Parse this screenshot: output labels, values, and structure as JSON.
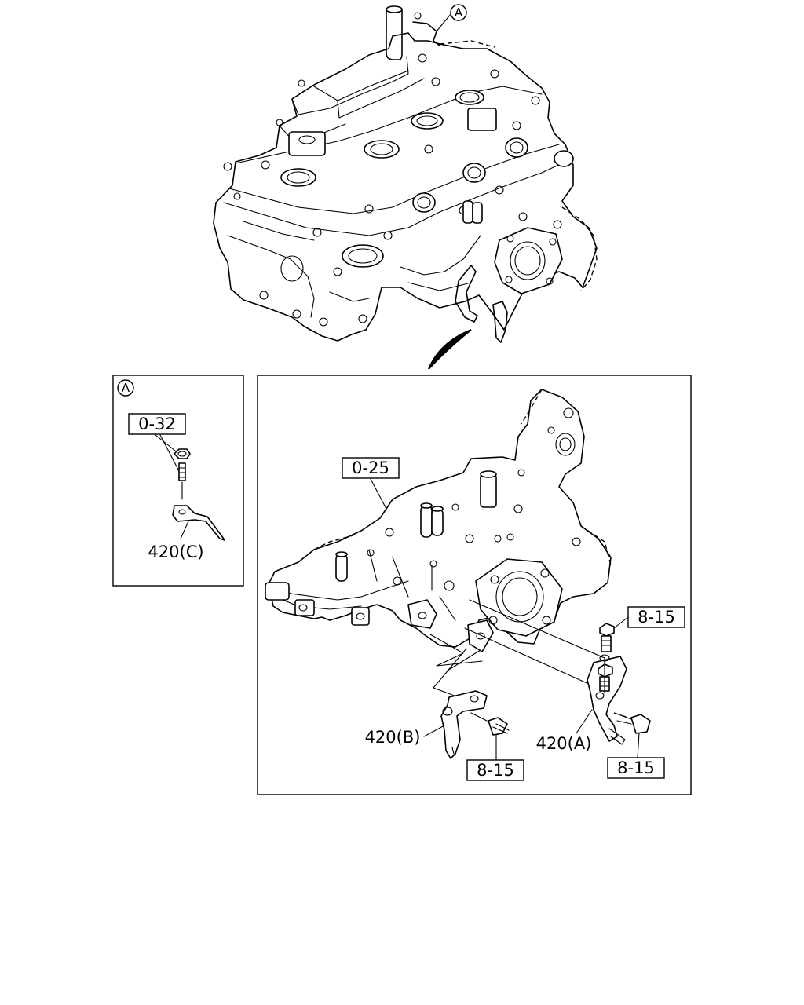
{
  "callouts": {
    "view_marker": "A",
    "detail_marker": "A"
  },
  "references": {
    "ref_0_32": "0-32",
    "ref_0_25": "0-25",
    "ref_8_15_a": "8-15",
    "ref_8_15_b": "8-15",
    "ref_8_15_c": "8-15"
  },
  "parts": {
    "part_420c": "420(C)",
    "part_420b": "420(B)",
    "part_420a": "420(A)"
  }
}
